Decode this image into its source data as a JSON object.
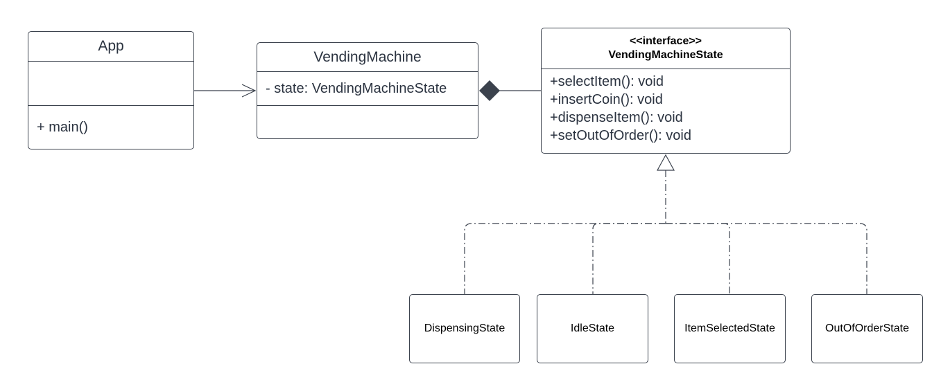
{
  "classes": {
    "app": {
      "name": "App",
      "attributes": [],
      "methods": [
        "+ main()"
      ]
    },
    "vending_machine": {
      "name": "VendingMachine",
      "attributes": [
        "- state: VendingMachineState"
      ],
      "methods": []
    },
    "vending_machine_state": {
      "stereotype": "<<interface>>",
      "name": "VendingMachineState",
      "methods": [
        "+selectItem(): void",
        "+insertCoin(): void",
        "+dispenseItem(): void",
        "+setOutOfOrder(): void"
      ]
    },
    "dispensing_state": {
      "name": "DispensingState"
    },
    "idle_state": {
      "name": "IdleState"
    },
    "item_selected_state": {
      "name": "ItemSelectedState"
    },
    "out_of_order_state": {
      "name": "OutOfOrderState"
    }
  },
  "relationships": [
    {
      "type": "association",
      "from": "App",
      "to": "VendingMachine"
    },
    {
      "type": "composition",
      "from": "VendingMachine",
      "to": "VendingMachineState"
    },
    {
      "type": "realization",
      "from": "DispensingState",
      "to": "VendingMachineState"
    },
    {
      "type": "realization",
      "from": "IdleState",
      "to": "VendingMachineState"
    },
    {
      "type": "realization",
      "from": "ItemSelectedState",
      "to": "VendingMachineState"
    },
    {
      "type": "realization",
      "from": "OutOfOrderState",
      "to": "VendingMachineState"
    }
  ]
}
